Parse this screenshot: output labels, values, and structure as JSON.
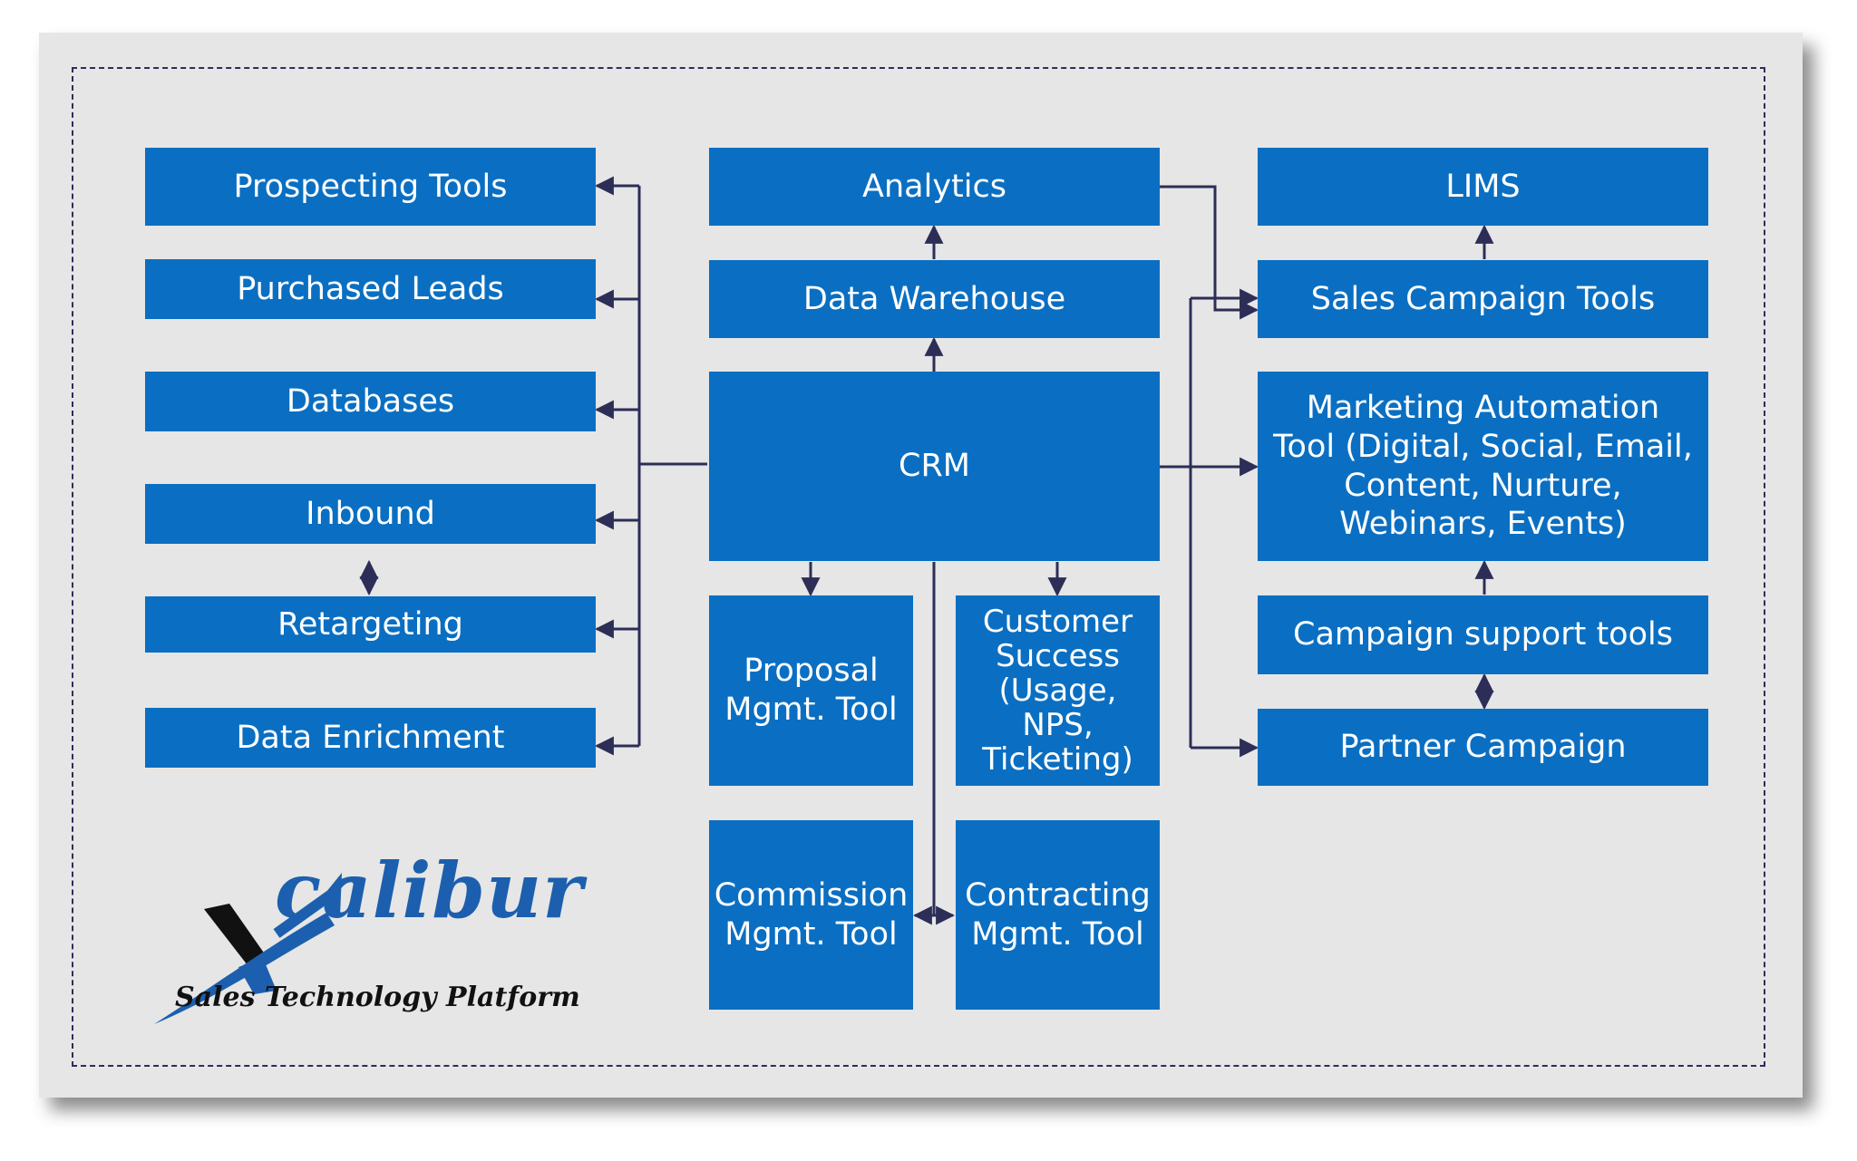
{
  "boxes": {
    "prospecting": "Prospecting Tools",
    "purchased_leads": "Purchased Leads",
    "databases": "Databases",
    "inbound": "Inbound",
    "retargeting": "Retargeting",
    "data_enrichment": "Data Enrichment",
    "analytics": "Analytics",
    "data_warehouse": "Data Warehouse",
    "crm": "CRM",
    "proposal": "Proposal\nMgmt. Tool",
    "customer_success": "Customer\nSuccess\n(Usage,\nNPS,\nTicketing)",
    "commission": "Commission\nMgmt. Tool",
    "contracting": "Contracting\nMgmt. Tool",
    "lims": "LIMS",
    "sales_campaign": "Sales Campaign Tools",
    "marketing_automation": "Marketing Automation\nTool (Digital, Social, Email,\nContent, Nurture,\nWebinars, Events)",
    "campaign_support": "Campaign support tools",
    "partner_campaign": "Partner Campaign"
  },
  "logo": {
    "wordmark": "calibur",
    "tagline": "Sales Technology Platform"
  },
  "colors": {
    "box": "#0a6fc2",
    "connector": "#2c2e58",
    "background": "#e6e6e6",
    "logo_blue": "#1c5fae"
  }
}
